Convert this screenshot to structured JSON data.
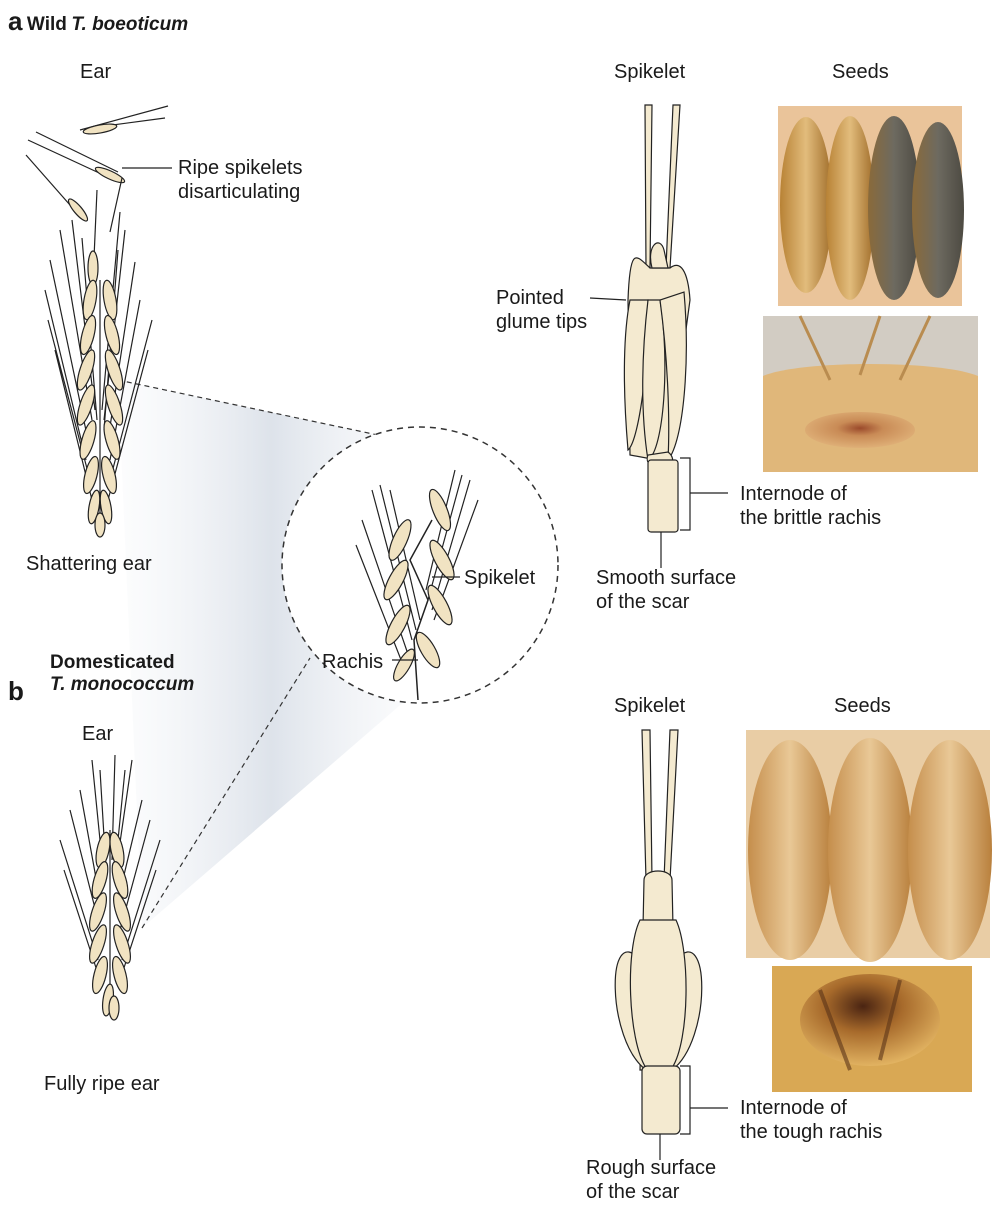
{
  "panel_a": {
    "letter": "a",
    "title_prefix": "Wild",
    "title_species": "T. boeoticum",
    "ear_label": "Ear",
    "spikelet_header": "Spikelet",
    "seeds_header": "Seeds",
    "ripe_label": "Ripe spikelets\ndisarticulating",
    "shattering_label": "Shattering ear",
    "glume_label": "Pointed\nglume tips",
    "internode_label": "Internode of\nthe brittle rachis",
    "scar_label": "Smooth surface\nof the scar"
  },
  "inset": {
    "spikelet_label": "Spikelet",
    "rachis_label": "Rachis"
  },
  "panel_b": {
    "letter": "b",
    "title_line1": "Domesticated",
    "title_species": "T. monococcum",
    "ear_label": "Ear",
    "spikelet_header": "Spikelet",
    "seeds_header": "Seeds",
    "ripe_label": "Fully ripe ear",
    "internode_label": "Internode of\nthe tough rachis",
    "scar_label": "Rough surface\nof the scar"
  },
  "colors": {
    "grain_fill": "#f1e3c2",
    "ink": "#222222",
    "cone_shade": "#d9dfe7",
    "seed_wild": "#c8974c",
    "seed_dom": "#d6a86a"
  }
}
